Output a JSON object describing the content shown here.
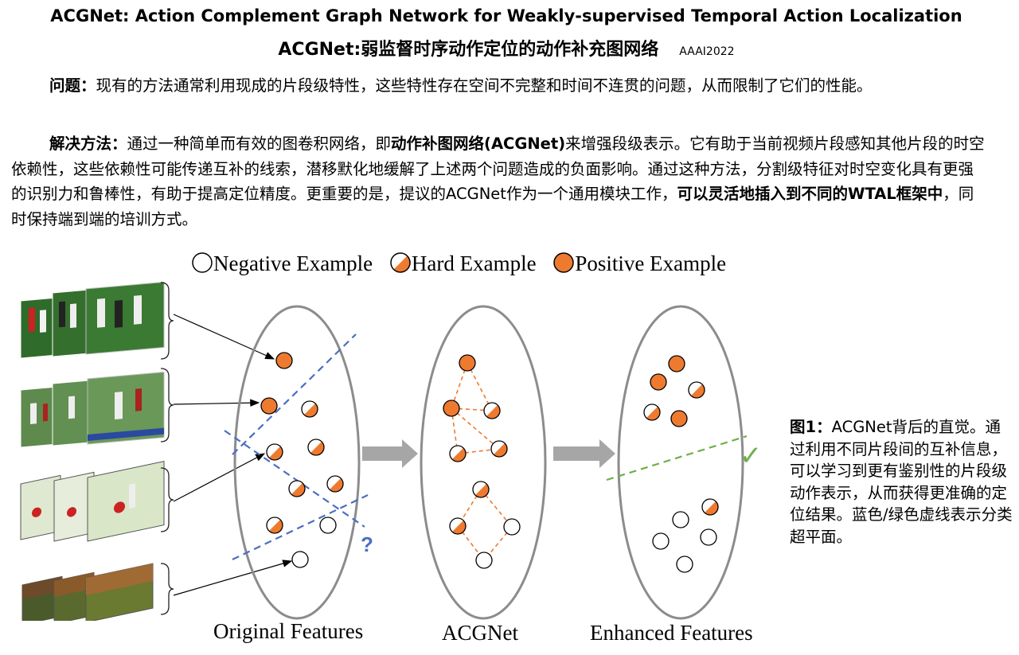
{
  "title_en": "ACGNet: Action Complement Graph Network for Weakly-supervised Temporal Action Localization",
  "title_cn": "ACGNet:弱监督时序动作定位的动作补充图网络",
  "venue": "AAAI2022",
  "problem": {
    "label": "问题：",
    "text": "现有的方法通常利用现成的片段级特性，这些特性存在空间不完整和时间不连贯的问题，从而限制了它们的性能。"
  },
  "solution": {
    "label": "解决方法：",
    "text_a": "通过一种简单而有效的图卷积网络，即",
    "bold_a": "动作补图网络(ACGNet)",
    "text_b": "来增强段级表示。它有助于当前视频片段感知其他片段的时空依赖性，这些依赖性可能传递互补的线索，潜移默化地缓解了上述两个问题造成的负面影响。通过这种方法，分割级特征对时空变化具有更强的识别力和鲁棒性，有助于提高定位精度。更重要的是，提议的ACGNet作为一个通用模块工作，",
    "bold_b": "可以灵活地插入到不同的WTAL框架中",
    "text_c": "，同时保持端到端的培训方式。"
  },
  "legend": {
    "negative": "Negative Example",
    "hard": "Hard Example",
    "positive": "Positive Example"
  },
  "figure": {
    "question_mark": "?",
    "check_mark": "✓",
    "labels": {
      "original": "Original Features",
      "acgnet": "ACGNet",
      "enhanced": "Enhanced Features"
    }
  },
  "caption": {
    "label": "图1：",
    "text": "ACGNet背后的直觉。通过利用不同片段间的互补信息，可以学习到更有鉴别性的片段级动作表示，从而获得更准确的定位结果。蓝色/绿色虚线表示分类超平面。"
  },
  "colors": {
    "orange": "#ee7a30",
    "blue_dash": "#4a6ec2",
    "green_dash": "#6db04a",
    "ellipse": "#8c8c8c",
    "arrow": "#a6a6a6"
  }
}
